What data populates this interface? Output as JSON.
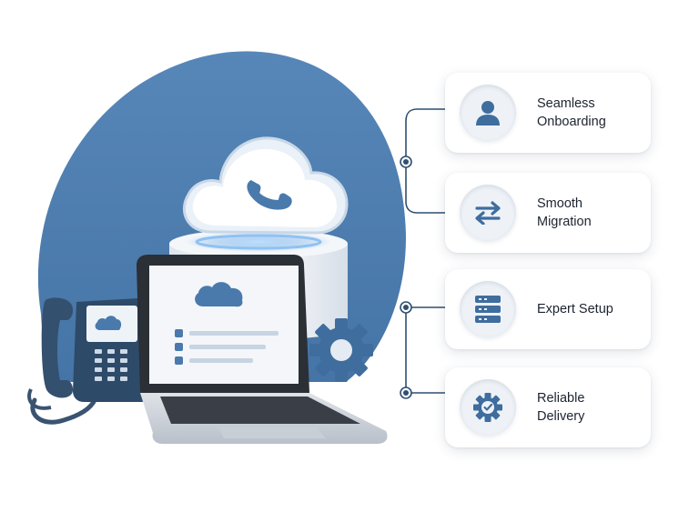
{
  "colors": {
    "accent": "#4a7aac",
    "icon": "#3f6d9e",
    "connector": "#2f4f70"
  },
  "features": [
    {
      "icon": "person-icon",
      "label": "Seamless\nOnboarding"
    },
    {
      "icon": "swap-arrows-icon",
      "label": "Smooth\nMigration"
    },
    {
      "icon": "server-icon",
      "label": "Expert Setup"
    },
    {
      "icon": "gear-check-icon",
      "label": "Reliable\nDelivery"
    }
  ]
}
